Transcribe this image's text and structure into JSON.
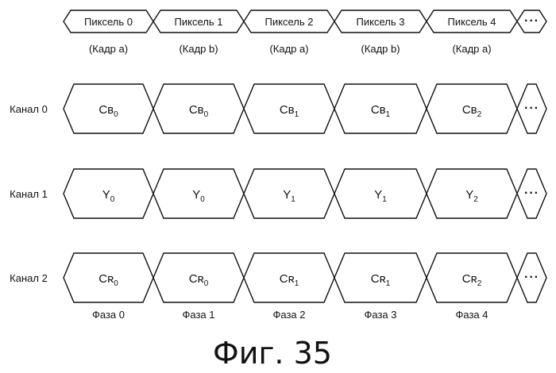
{
  "header": {
    "pixels": [
      "Пиксель 0",
      "Пиксель 1",
      "Пиксель 2",
      "Пиксель 3",
      "Пиксель 4"
    ],
    "frames": [
      "(Кадр a)",
      "(Кадр b)",
      "(Кадр a)",
      "(Кадр b)",
      "(Кадр a)"
    ]
  },
  "channels": [
    {
      "label": "Канал 0",
      "cells": [
        {
          "base": "Cʙ",
          "sub": "0"
        },
        {
          "base": "Cʙ",
          "sub": "0"
        },
        {
          "base": "Cʙ",
          "sub": "1"
        },
        {
          "base": "Cʙ",
          "sub": "1"
        },
        {
          "base": "Cʙ",
          "sub": "2"
        }
      ]
    },
    {
      "label": "Канал 1",
      "cells": [
        {
          "base": "Y",
          "sub": "0"
        },
        {
          "base": "Y",
          "sub": "0"
        },
        {
          "base": "Y",
          "sub": "1"
        },
        {
          "base": "Y",
          "sub": "1"
        },
        {
          "base": "Y",
          "sub": "2"
        }
      ]
    },
    {
      "label": "Канал 2",
      "cells": [
        {
          "base": "Cʀ",
          "sub": "0"
        },
        {
          "base": "Cʀ",
          "sub": "0"
        },
        {
          "base": "Cʀ",
          "sub": "1"
        },
        {
          "base": "Cʀ",
          "sub": "1"
        },
        {
          "base": "Cʀ",
          "sub": "2"
        }
      ]
    }
  ],
  "phases": [
    "Фаза 0",
    "Фаза 1",
    "Фаза 2",
    "Фаза 3",
    "Фаза 4"
  ],
  "ellipsis": "···",
  "figure_caption": "Фиг. 35"
}
